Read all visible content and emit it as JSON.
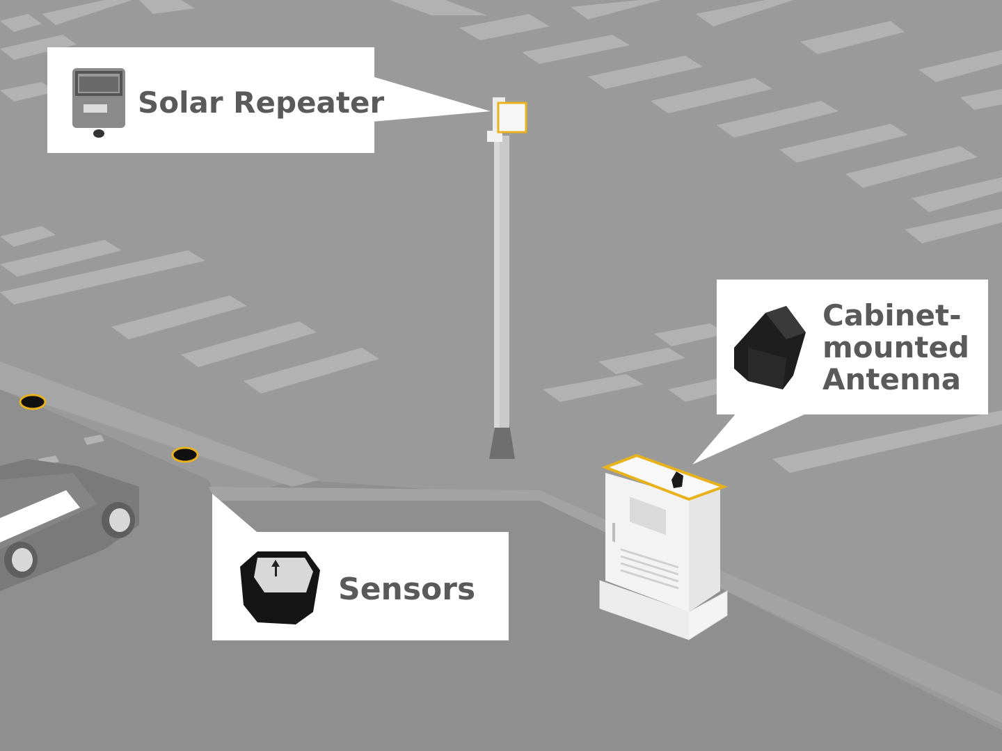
{
  "callouts": {
    "solar_repeater": {
      "label": "Solar Repeater",
      "icon": "solar-repeater-device-icon"
    },
    "cabinet_antenna": {
      "lines": [
        "Cabinet-",
        "mounted",
        "Antenna"
      ],
      "icon": "antenna-icon"
    },
    "sensors": {
      "label": "Sensors",
      "icon": "sensor-device-icon"
    }
  },
  "colors": {
    "ground": "#9a9a9a",
    "road_dark": "#8e8e8e",
    "marking": "#b2b2b2",
    "callout_bg": "#ffffff",
    "label_text": "#5a5a5a",
    "highlight": "#e8b21c",
    "sensor_dot": "#111111"
  }
}
